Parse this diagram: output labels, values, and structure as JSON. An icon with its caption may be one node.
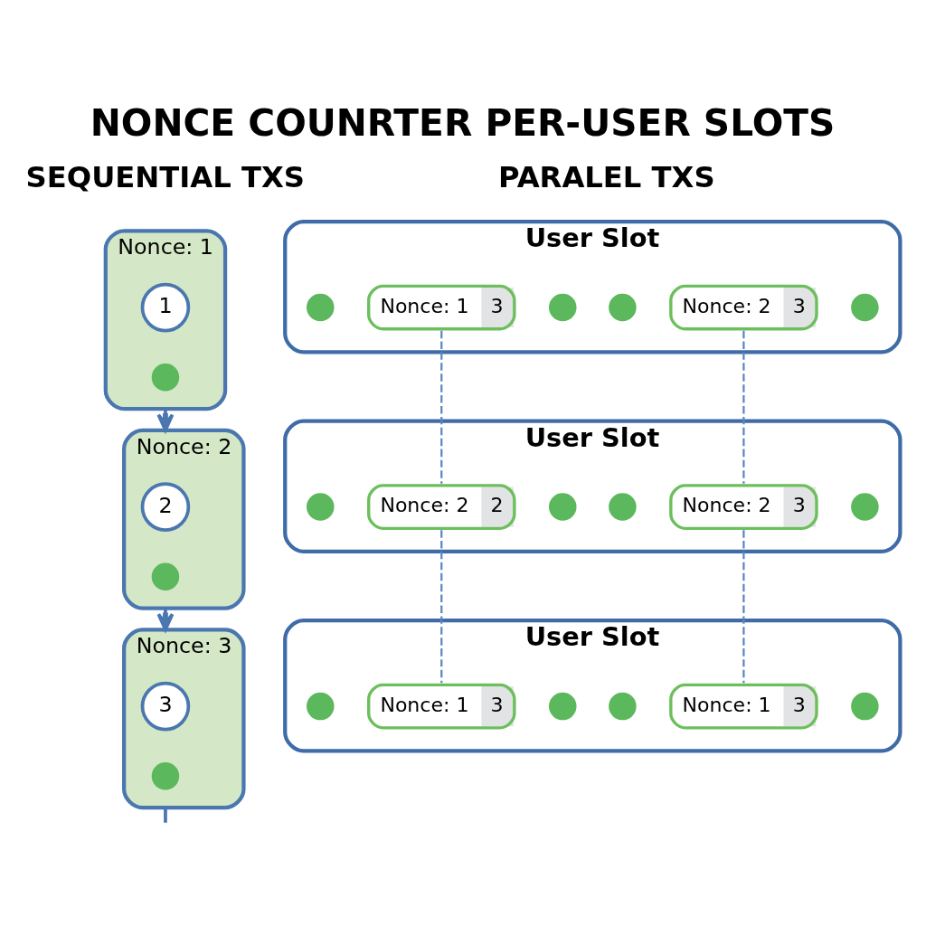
{
  "diagram": {
    "title": "NONCE COUNRTER PER-USER SLOTS",
    "nodes": [
      {
        "text": [
          "Nonce: 1"
        ]
      },
      {
        "text": [
          "1"
        ],
        "in": 0
      },
      {
        "text": [],
        "shape": "circle",
        "in": 0
      },
      {
        "text": [
          "Nonce: 2"
        ]
      },
      {
        "text": [
          "2"
        ],
        "in": 3
      },
      {
        "text": [],
        "shape": "circle",
        "in": 3
      },
      {
        "text": [
          "Nonce: 3"
        ]
      },
      {
        "text": [
          "3"
        ],
        "in": 6
      },
      {
        "text": [],
        "shape": "circle",
        "in": 6
      },
      {
        "text": [
          "User Slot"
        ]
      },
      {
        "text": [
          "Nonce: 1",
          "3"
        ],
        "in": 9
      },
      {
        "text": [
          "Nonce: 2",
          "3"
        ],
        "in": 9
      },
      {
        "text": [],
        "shape": "circle",
        "in": 9
      },
      {
        "text": [],
        "shape": "circle",
        "in": 9
      },
      {
        "text": [],
        "shape": "circle",
        "in": 9
      },
      {
        "text": [],
        "shape": "circle",
        "in": 9
      },
      {
        "text": [
          "User Slot"
        ]
      },
      {
        "text": [
          "Nonce: 2",
          "2"
        ],
        "in": 16
      },
      {
        "text": [
          "Nonce: 2",
          "3"
        ],
        "in": 16
      },
      {
        "text": [],
        "shape": "circle",
        "in": 16
      },
      {
        "text": [],
        "shape": "circle",
        "in": 16
      },
      {
        "text": [],
        "shape": "circle",
        "in": 16
      },
      {
        "text": [],
        "shape": "circle",
        "in": 16
      },
      {
        "text": [
          "User Slot"
        ]
      },
      {
        "text": [
          "Nonce: 1",
          "3"
        ],
        "in": 23
      },
      {
        "text": [
          "Nonce: 1",
          "3"
        ],
        "in": 23
      },
      {
        "text": [],
        "shape": "circle",
        "in": 23
      },
      {
        "text": [],
        "shape": "circle",
        "in": 23
      },
      {
        "text": [],
        "shape": "circle",
        "in": 23
      },
      {
        "text": [],
        "shape": "circle",
        "in": 23
      }
    ],
    "edges": [
      {
        "from": 0,
        "to": 3,
        "arrow": "to"
      },
      {
        "from": 3,
        "to": 6,
        "arrow": "to"
      },
      {
        "from": 6,
        "to": null,
        "arrow": "none"
      },
      {
        "from": 10,
        "to": 17,
        "arrow": "none",
        "style": "dashed"
      },
      {
        "from": 17,
        "to": 24,
        "arrow": "none",
        "style": "dashed"
      },
      {
        "from": 11,
        "to": 18,
        "arrow": "none",
        "style": "dashed"
      },
      {
        "from": 18,
        "to": 25,
        "arrow": "none",
        "style": "dashed"
      }
    ],
    "labels": [
      "SEQUENTIAL TXS",
      "PARALEL TXS"
    ]
  }
}
